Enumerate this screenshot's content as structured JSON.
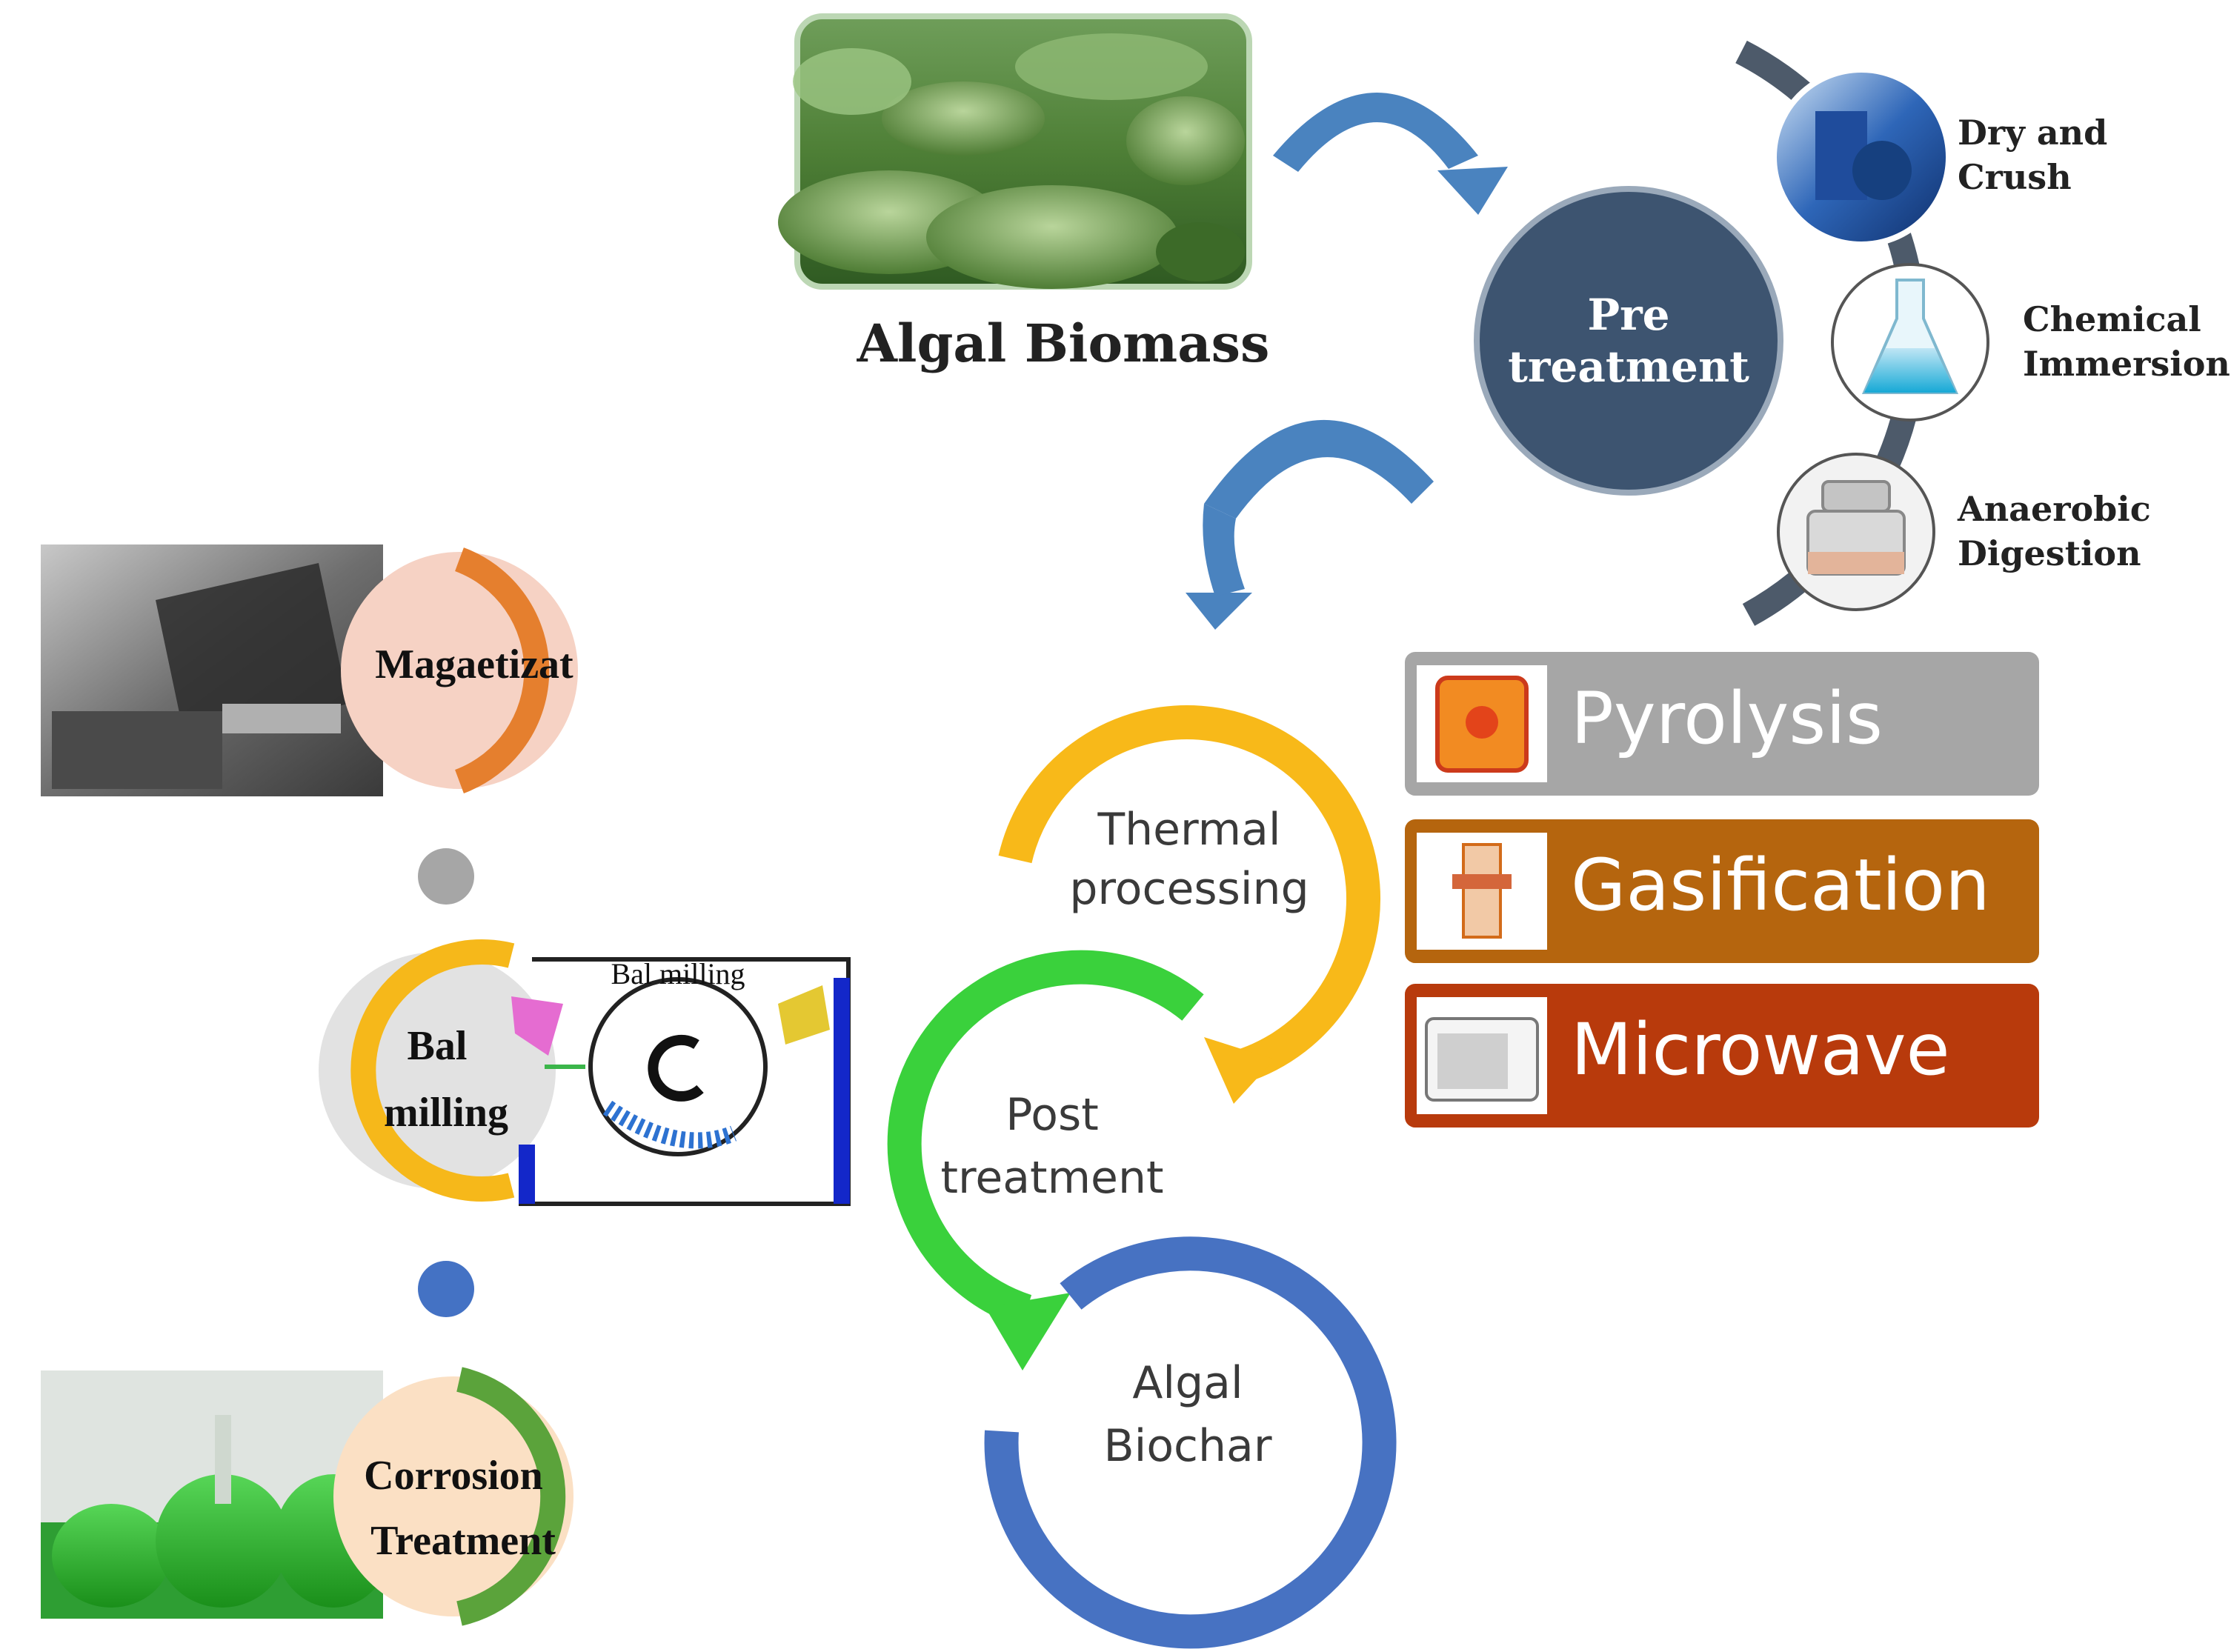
{
  "source": {
    "label": "Algal Biomass"
  },
  "pretreatment": {
    "label_line1": "Pre",
    "label_line2": "treatment",
    "methods": [
      {
        "line1": "Dry and",
        "line2": "Crush"
      },
      {
        "line1": "Chemical",
        "line2": "Immersion"
      },
      {
        "line1": "Anaerobic",
        "line2": "Digestion"
      }
    ]
  },
  "thermal": {
    "label_line1": "Thermal",
    "label_line2": "processing",
    "methods": [
      {
        "label": "Pyrolysis",
        "color": "#a6a6a6"
      },
      {
        "label": "Gasification",
        "color": "#b5650e"
      },
      {
        "label": "Microwave",
        "color": "#b83a0c"
      }
    ]
  },
  "post": {
    "label_line1": "Post",
    "label_line2": "treatment"
  },
  "product": {
    "label_line1": "Algal",
    "label_line2": "Biochar"
  },
  "modifications": [
    {
      "line1": "Magaetizat",
      "line2": "",
      "ring_color": "#e57f2e",
      "fill_color": "#f6d2c4"
    },
    {
      "line1": "Bal",
      "line2": "milling",
      "ring_color": "#f6b81a",
      "fill_color": "#e2e2e2"
    },
    {
      "line1": "Corrosion",
      "line2": "Treatment",
      "ring_color": "#5ba33b",
      "fill_color": "#fbe0c4"
    }
  ],
  "ballmill_caption": "Bal milling",
  "colors": {
    "arrow_blue": "#4a83bf",
    "pretreatment_circle": "#3d5470",
    "thermal_ring": "#f8b919",
    "post_ring": "#3ad13c",
    "biochar_ring": "#4772c2",
    "connector_gray": "#a6a6a6",
    "connector_blue": "#4472c4"
  }
}
